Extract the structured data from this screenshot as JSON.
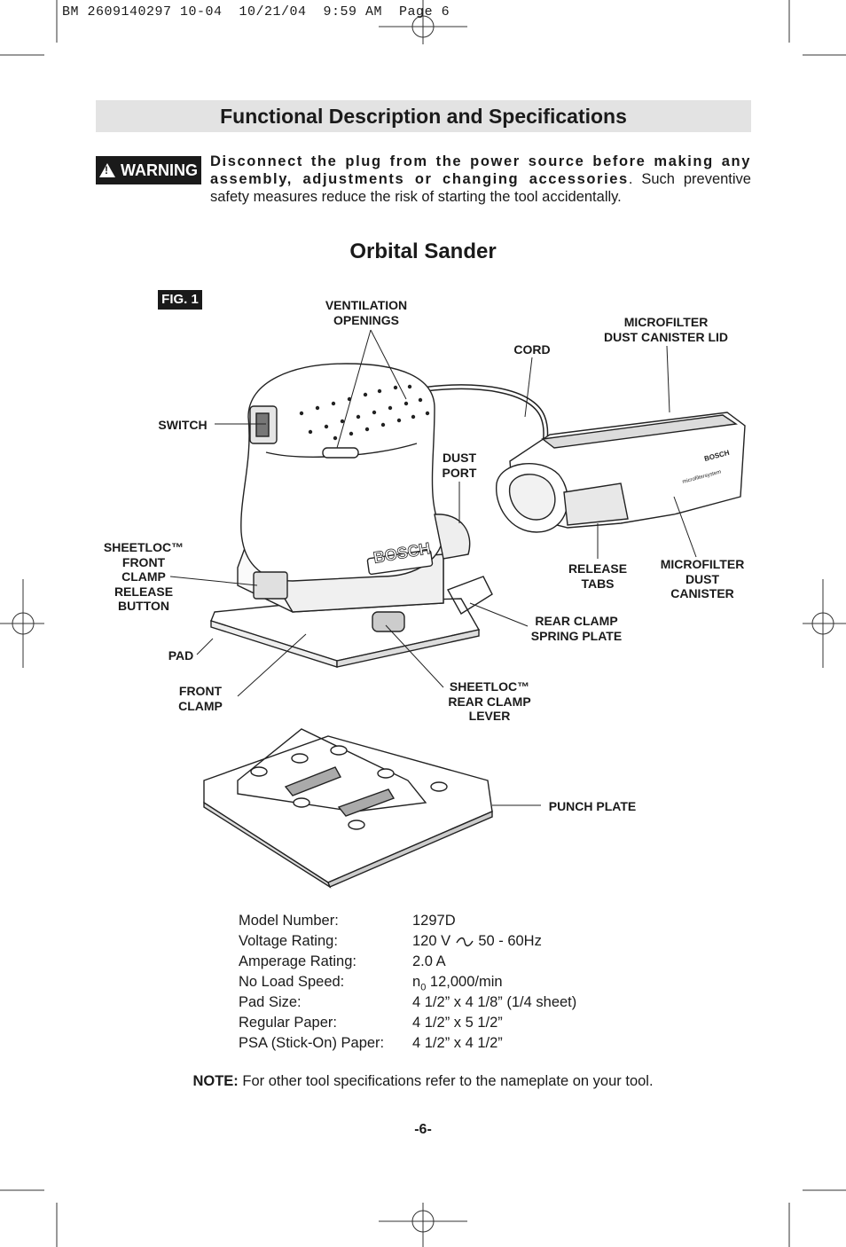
{
  "slug": "BM 2609140297 10-04  10/21/04  9:59 AM  Page 6",
  "header": {
    "title": "Functional Description and Specifications"
  },
  "warning": {
    "badge": "WARNING",
    "bold_text": "Disconnect the plug from the power source before making any assembly, adjustments or changing accessories",
    "text": ". Such preventive safety measures reduce the risk of starting the tool accidentally."
  },
  "section": {
    "title": "Orbital Sander",
    "fig_label": "FIG. 1"
  },
  "labels": {
    "ventilation": [
      "VENTILATION",
      "OPENINGS"
    ],
    "microfilter_lid": [
      "MICROFILTER",
      "DUST CANISTER LID"
    ],
    "cord": "CORD",
    "switch": "SWITCH",
    "dust_port": [
      "DUST",
      "PORT"
    ],
    "sheetloc_front": [
      "SHEETLOC™",
      "FRONT",
      "CLAMP",
      "RELEASE",
      "BUTTON"
    ],
    "release_tabs": [
      "RELEASE",
      "TABS"
    ],
    "microfilter_canister": [
      "MICROFILTER",
      "DUST",
      "CANISTER"
    ],
    "rear_clamp_spring": [
      "REAR CLAMP",
      "SPRING PLATE"
    ],
    "pad": "PAD",
    "front_clamp": [
      "FRONT",
      "CLAMP"
    ],
    "sheetloc_rear": [
      "SHEETLOC™",
      "REAR CLAMP",
      "LEVER"
    ],
    "punch_plate": "PUNCH PLATE",
    "brand": "BOSCH",
    "canister_brand": "BOSCH",
    "canister_system": "microfiltersystem"
  },
  "specs": [
    {
      "key": "Model Number:",
      "value": "1297D"
    },
    {
      "key": "Voltage Rating:",
      "value_pre": "120 V",
      "value_post": "50 - 60Hz"
    },
    {
      "key": "Amperage Rating:",
      "value": "2.0 A"
    },
    {
      "key": "No Load Speed:",
      "value_sym": "n",
      "value_sub": "0",
      "value_post": "12,000/min"
    },
    {
      "key": "Pad Size:",
      "value": "4 1/2” x 4 1/8” (1/4 sheet)"
    },
    {
      "key": "Regular Paper:",
      "value": "4 1/2” x 5 1/2”"
    },
    {
      "key": "PSA (Stick-On) Paper:",
      "value": "4 1/2” x 4 1/2”"
    }
  ],
  "note": {
    "label": "NOTE:",
    "text": "For other tool specifications refer to the nameplate on your tool."
  },
  "page_number": "-6-"
}
